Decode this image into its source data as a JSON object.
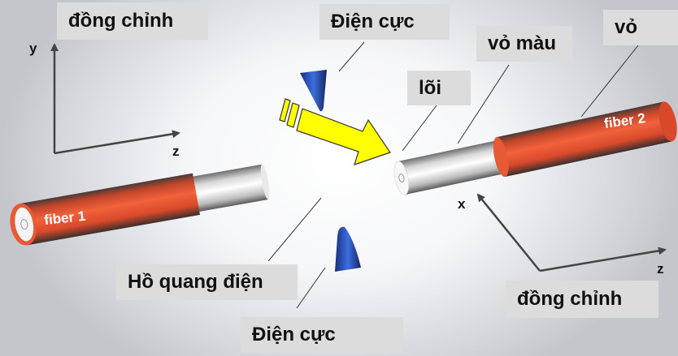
{
  "labels": {
    "alignment_top_left": "đồng chỉnh",
    "electrode_top": "Điện cực",
    "cladding_color": "vỏ màu",
    "jacket": "vỏ",
    "core": "lõi",
    "arc": "Hồ quang điện",
    "electrode_bottom": "Điện cực",
    "alignment_bottom_right": "đồng chỉnh"
  },
  "axes": {
    "left": {
      "vertical": "y",
      "horizontal": "z"
    },
    "right": {
      "diagonal": "x",
      "horizontal": "z"
    }
  },
  "fibers": {
    "fiber1": "fiber 1",
    "fiber2": "fiber 2"
  },
  "colors": {
    "label_bg": "#dcdcdc",
    "jacket": "#e2512f",
    "electrode": "#2a52b8",
    "arrow": "#ffff00"
  }
}
